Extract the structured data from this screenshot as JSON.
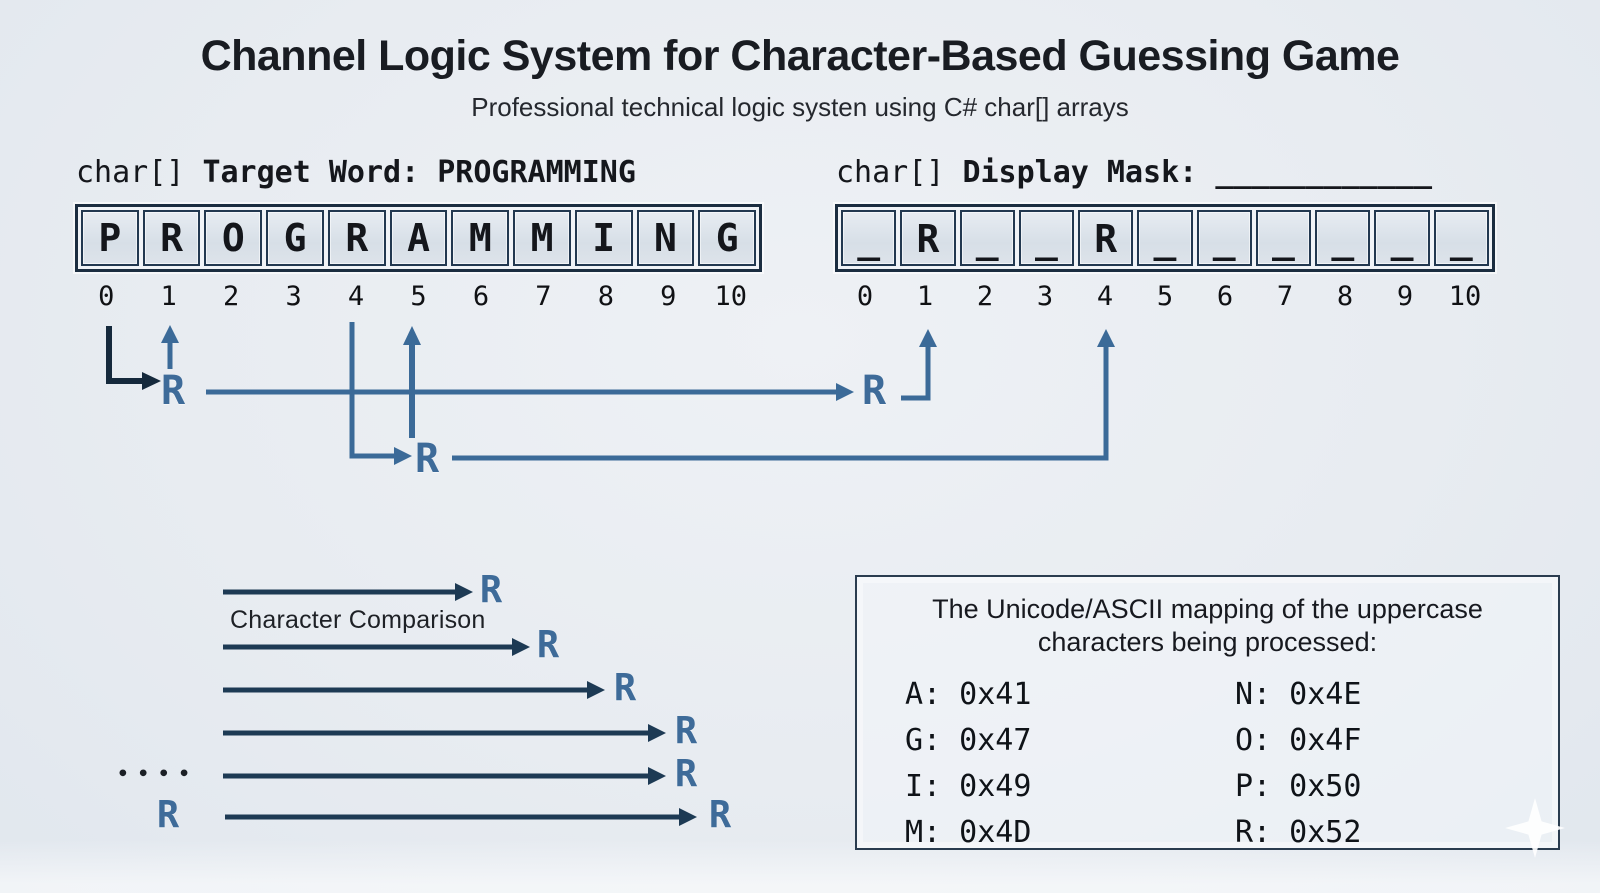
{
  "header": {
    "title": "Channel Logic System for Character-Based Guessing Game",
    "subtitle": "Professional technical logic systen using C# char[] arrays"
  },
  "target_array": {
    "label_prefix": "char[]",
    "label": "Target Word:",
    "label_value": "PROGRAMMING",
    "cells": [
      "P",
      "R",
      "O",
      "G",
      "R",
      "A",
      "M",
      "M",
      "I",
      "N",
      "G"
    ],
    "indices": [
      "0",
      "1",
      "2",
      "3",
      "4",
      "5",
      "6",
      "7",
      "8",
      "9",
      "10"
    ]
  },
  "mask_array": {
    "label_prefix": "char[]",
    "label": "Display Mask:",
    "label_value": "____________",
    "cells": [
      "_",
      "R",
      "_",
      "_",
      "R",
      "_",
      "_",
      "_",
      "_",
      "_",
      "_"
    ],
    "indices": [
      "0",
      "1",
      "2",
      "3",
      "4",
      "5",
      "6",
      "7",
      "8",
      "9",
      "10"
    ]
  },
  "flow": {
    "r_source": "R",
    "r_lower": "R",
    "r_to_mask1": "R"
  },
  "comparison": {
    "label": "Character Comparison",
    "dots": "••••",
    "origin_r": "R",
    "rows": [
      {
        "r": "R"
      },
      {
        "r": "R"
      },
      {
        "r": "R"
      },
      {
        "r": "R"
      },
      {
        "r": "R"
      },
      {
        "r": "R"
      }
    ]
  },
  "ascii_box": {
    "title_line1": "The Unicode/ASCII mapping of the uppercase",
    "title_line2": "characters being processed:",
    "left_column": [
      "A: 0x41",
      "G: 0x47",
      "I: 0x49",
      "M: 0x4D"
    ],
    "right_column": [
      "N: 0x4E",
      "O: 0x4F",
      "P: 0x50",
      "R: 0x52"
    ]
  },
  "colors": {
    "background": "#e8ecf1",
    "cell_fill": "#dbe2e9",
    "cell_border": "#223850",
    "steel_arrow": "#3b6a98",
    "dark_arrow": "#15293c",
    "comparison_arrow": "#1d3a54",
    "r_label": "#3e6b99"
  }
}
